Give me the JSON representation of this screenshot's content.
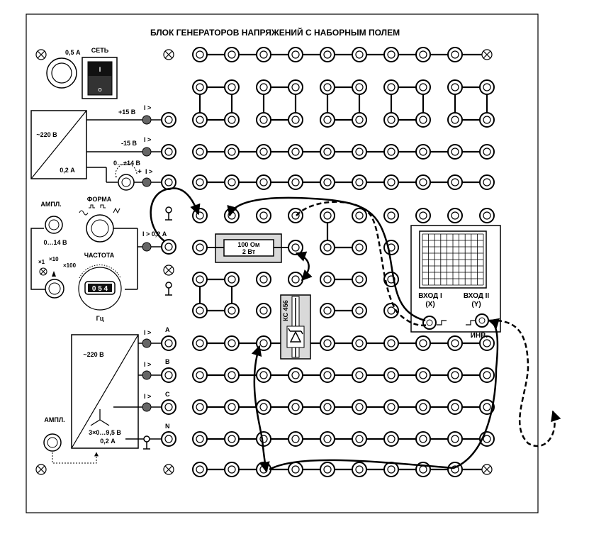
{
  "panel": {
    "title": "БЛОК ГЕНЕРАТОРОВ НАПРЯЖЕНИЙ С НАБОРНЫМ ПОЛЕМ",
    "fuse_label": "0,5 А",
    "power_label": "СЕТЬ",
    "switch_on": "I",
    "switch_off": "O"
  },
  "dc_supply": {
    "box_top": "~220 В",
    "box_bottom": "0,2 А",
    "plus15": "+15 В",
    "minus15": "-15 В",
    "adjustable": "0…±14 В",
    "adj_minus": "-",
    "adj_plus": "+",
    "overload": "I >"
  },
  "func_gen": {
    "ampl_label": "АМПЛ.",
    "ampl_range": "0…14 В",
    "form_label": "ФОРМА",
    "freq_label": "ЧАСТОТА",
    "mult_x1": "×1",
    "mult_x10": "×10",
    "mult_x100": "×100",
    "counter": "0 5 4",
    "unit_hz": "Гц",
    "out_label": "I > 0,2 А"
  },
  "three_phase": {
    "box_top": "~220 В",
    "box_bottom1": "3×0…9,5 В",
    "box_bottom2": "0,2 А",
    "ampl_label": "АМПЛ.",
    "phases": [
      "A",
      "B",
      "C",
      "N"
    ],
    "overload": "I >"
  },
  "components": {
    "resistor_value": "100 Ом",
    "resistor_power": "2 Вт",
    "diode_label": "КС 456"
  },
  "scope": {
    "input1": "ВХОД I",
    "input1_axis": "(X)",
    "input2": "ВХОД II",
    "input2_axis": "(Y)",
    "invert": "ИНВ."
  }
}
